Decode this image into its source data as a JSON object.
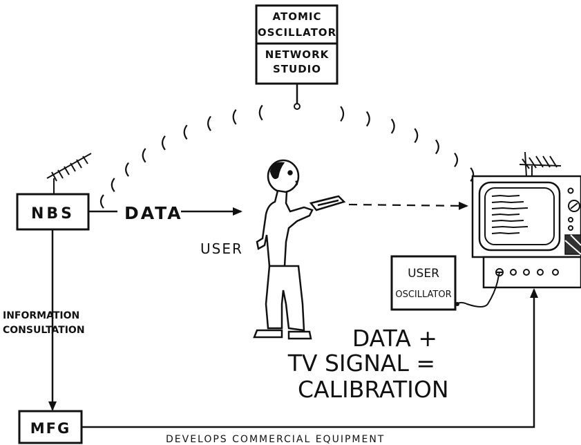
{
  "top_box": {
    "line1": "ATOMIC",
    "line2": "OSCILLATOR",
    "line3": "NETWORK",
    "line4": "STUDIO"
  },
  "nbs_label": "NBS",
  "data_label": "DATA",
  "user_label": "USER",
  "user_oscillator": {
    "line1": "USER",
    "line2": "OSCILLATOR"
  },
  "info_label": {
    "line1": "INFORMATION",
    "line2": "CONSULTATION"
  },
  "mfg_label": "MFG",
  "equation": {
    "line1": "DATA +",
    "line2": "TV SIGNAL =",
    "line3": "CALIBRATION"
  },
  "bottom_caption": "DEVELOPS COMMERCIAL EQUIPMENT",
  "colors": {
    "ink": "#111111",
    "paper": "#ffffff"
  }
}
